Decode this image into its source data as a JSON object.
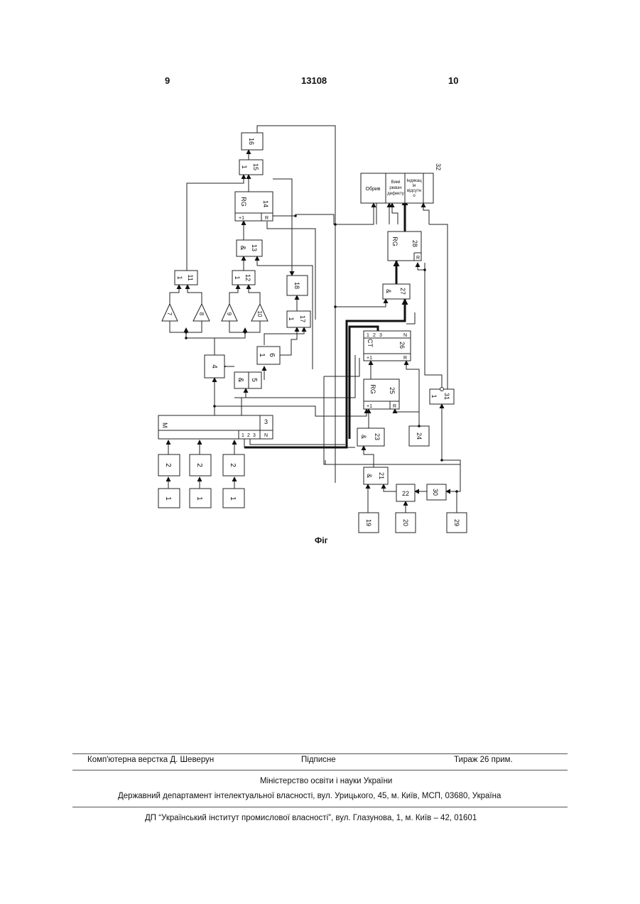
{
  "header": {
    "page_left": "9",
    "patent_number": "13108",
    "page_right": "10"
  },
  "figure": {
    "caption": "Фіг",
    "blocks": {
      "b1a": "1",
      "b1b": "1",
      "b1c": "1",
      "b2a": "2",
      "b2b": "2",
      "b2c": "2",
      "b3": "3",
      "b3_label": "M",
      "b3_port_1": "1",
      "b3_port_2": "2",
      "b3_port_3": "3",
      "b3_port_n": "N",
      "b4": "4",
      "b5": "5",
      "b5_op": "&",
      "b6": "6",
      "b6_op": "1",
      "b7": "7",
      "b8": "8",
      "b9": "9",
      "b10": "10",
      "b11": "11",
      "b11_op": "1",
      "b12": "12",
      "b12_op": "1",
      "b13": "13",
      "b13_op": "&",
      "b14": "14",
      "b14_label": "RG",
      "b14_port_p1": "+1",
      "b14_port_r": "R",
      "b15": "15",
      "b15_op": "1",
      "b16": "16",
      "b17": "17",
      "b17_op": "1",
      "b18": "18",
      "b19": "19",
      "b20": "20",
      "b21": "21",
      "b21_op": "&",
      "b22": "22",
      "b23": "23",
      "b23_op": "&",
      "b24": "24",
      "b25": "25",
      "b25_label": "RG",
      "b25_port_p1": "+1",
      "b25_port_r": "R",
      "b26": "26",
      "b26_label": "CT",
      "b26_port_1": "1",
      "b26_port_2": "2",
      "b26_port_3": "3",
      "b26_port_n": "N",
      "b26_port_r": "R",
      "b26_port_p1": "+1",
      "b27": "27",
      "b27_op": "&",
      "b28": "28",
      "b28_label": "RG",
      "b28_port_r": "R",
      "b29": "29",
      "b30": "30",
      "b31": "31",
      "b31_op": "1",
      "b32": "32",
      "b32_cell_1": "Обрив",
      "b32_cell_2_l1": "Вимі",
      "b32_cell_2_l2": "рювач",
      "b32_cell_2_l3": "дефекту",
      "b32_cell_3_l1": "Індикац",
      "b32_cell_3_l2": "ія",
      "b32_cell_3_l3": "відсутн",
      "b32_cell_3_l4": "о"
    }
  },
  "footer": {
    "typesetting": "Комп'ютерна верстка Д. Шеверун",
    "signed": "Підписне",
    "circulation": "Тираж 26 прим.",
    "ministry": "Міністерство освіти і науки України",
    "department": "Державний департамент інтелектуальної власності, вул. Урицького, 45, м. Київ, МСП, 03680, Україна",
    "institute": "ДП “Український інститут промислової власності”, вул. Глазунова, 1, м. Київ – 42, 01601"
  }
}
